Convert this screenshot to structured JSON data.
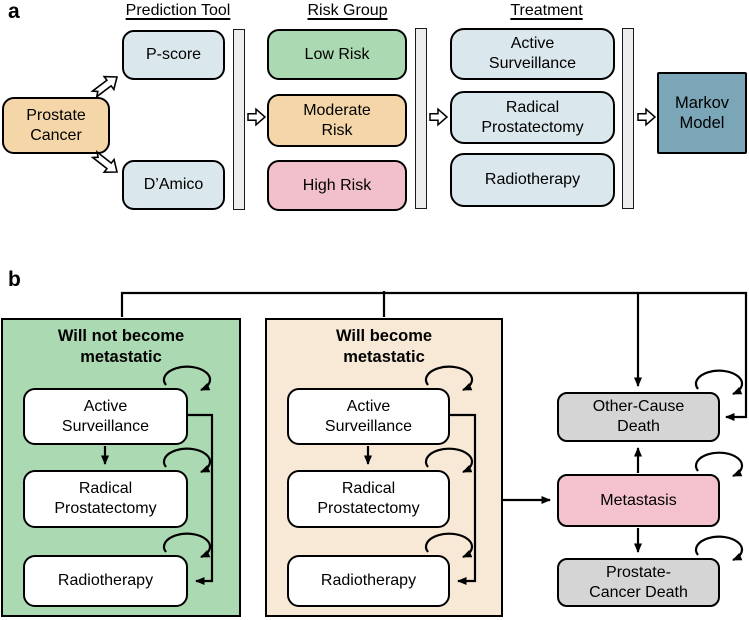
{
  "panel_a": {
    "label": "a",
    "headers": {
      "prediction_tool": "Prediction Tool",
      "risk_group": "Risk Group",
      "treatment": "Treatment"
    },
    "nodes": {
      "prostate_cancer": "Prostate\nCancer",
      "p_score": "P-score",
      "d_amico": "D’Amico",
      "low_risk": "Low Risk",
      "moderate_risk": "Moderate\nRisk",
      "high_risk": "High Risk",
      "active_surveillance": "Active\nSurveillance",
      "radical_prostatectomy": "Radical\nProstatectomy",
      "radiotherapy": "Radiotherapy",
      "markov_model": "Markov\nModel"
    }
  },
  "panel_b": {
    "label": "b",
    "non_metastatic": {
      "title": "Will not become\nmetastatic",
      "active_surveillance": "Active\nSurveillance",
      "radical_prostatectomy": "Radical\nProstatectomy",
      "radiotherapy": "Radiotherapy"
    },
    "metastatic": {
      "title": "Will become\nmetastatic",
      "active_surveillance": "Active\nSurveillance",
      "radical_prostatectomy": "Radical\nProstatectomy",
      "radiotherapy": "Radiotherapy"
    },
    "outcomes": {
      "other_cause_death": "Other-Cause\nDeath",
      "metastasis": "Metastasis",
      "prostate_cancer_death": "Prostate-\nCancer Death"
    }
  },
  "colors": {
    "tan_box": "#F5D6A9",
    "light_blue_box": "#DAE7EC",
    "green_box": "#ABD9B1",
    "pink_box": "#F2C0CB",
    "gray_box": "#D5D5D5",
    "metastasis_pink": "#F3C2CD",
    "markov_blue": "#7AA6B8",
    "metastatic_panel_tan": "#F8E9D6",
    "separator_bar_gray": "#EDEDED",
    "line_black": "#000000"
  }
}
